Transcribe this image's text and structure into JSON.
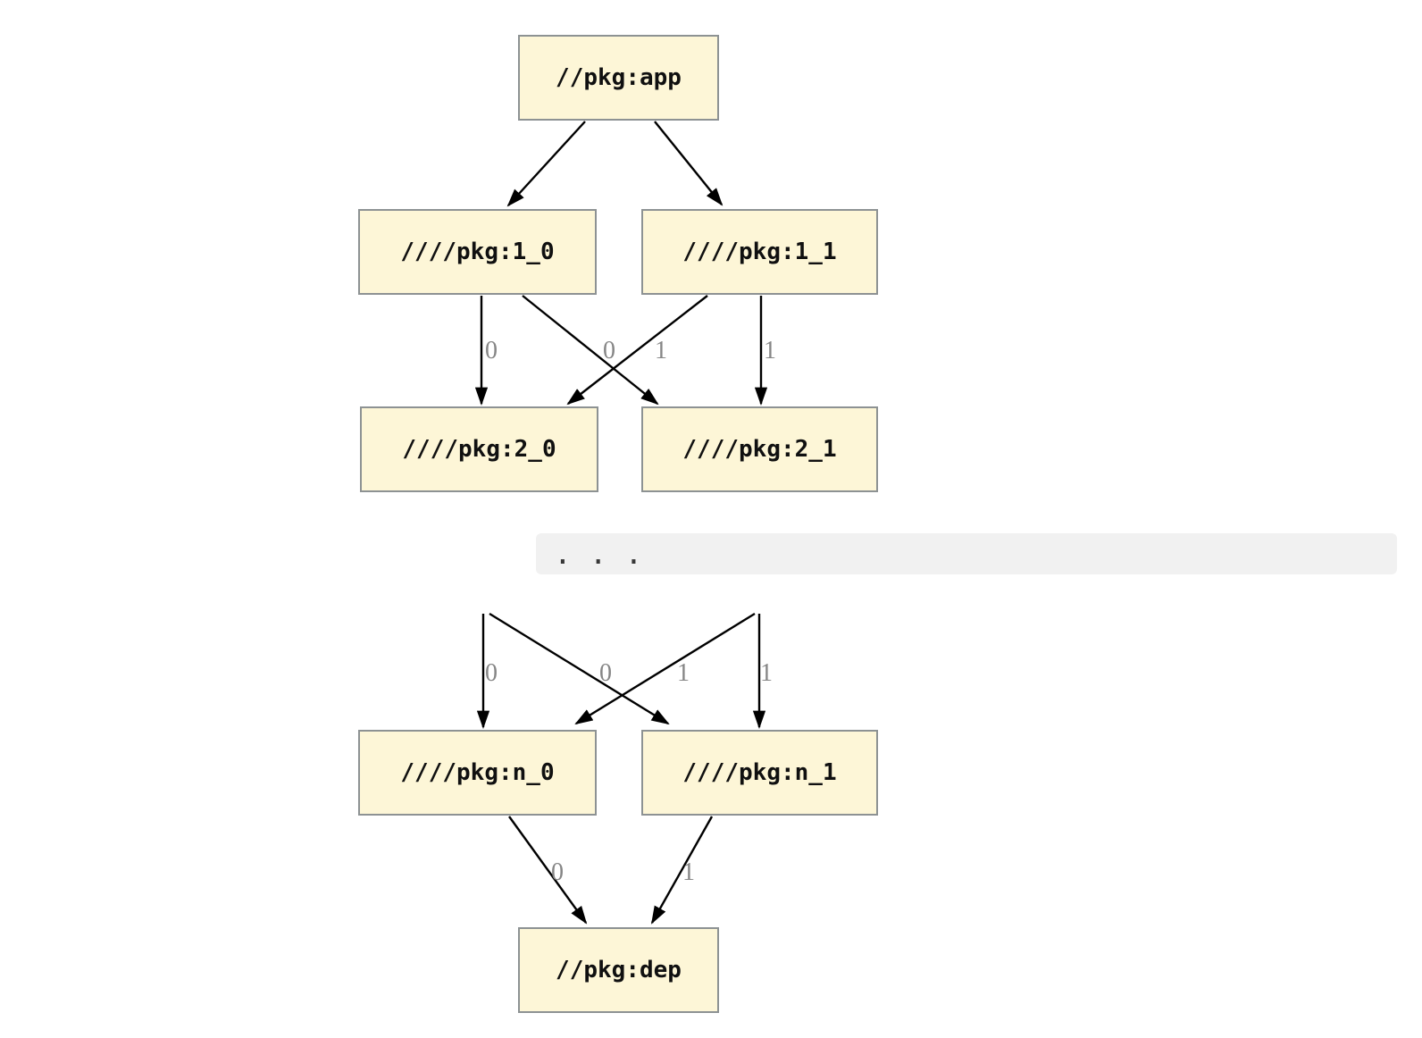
{
  "diagram": {
    "colors": {
      "node-fill": "#FDF6D7",
      "node-border": "#8D9293",
      "edge-color": "#000000",
      "edge-label": "#868686",
      "bar-fill": "#F1F1F1"
    },
    "nodes": {
      "app": "//pkg:app",
      "level1_0": "////pkg:1_0",
      "level1_1": "////pkg:1_1",
      "level2_0": "////pkg:2_0",
      "level2_1": "////pkg:2_1",
      "leveln_0": "////pkg:n_0",
      "leveln_1": "////pkg:n_1",
      "dep": "//pkg:dep"
    },
    "edge_labels": {
      "l1_0_to_l2_0": "0",
      "l1_1_to_l2_0": "0",
      "l1_0_to_l2_1": "1",
      "l1_1_to_l2_1": "1",
      "prev_to_n_0": "0",
      "prev_cross_to_n_0": "0",
      "prev_cross_to_n_1": "1",
      "prev_to_n_1": "1",
      "n_0_to_dep": "0",
      "n_1_to_dep": "1"
    },
    "ellipsis": ".  .  ."
  }
}
